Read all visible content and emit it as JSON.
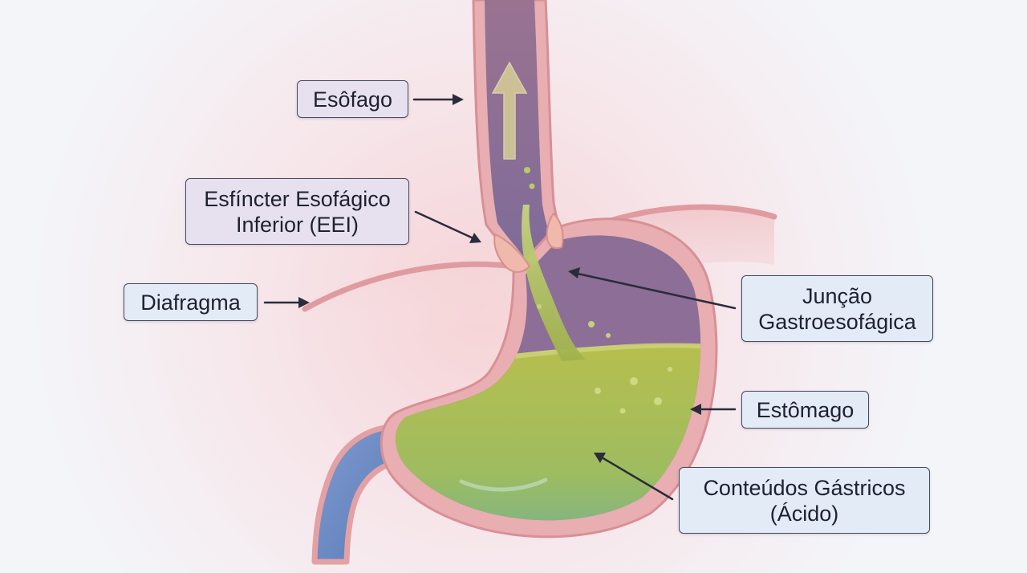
{
  "labels": {
    "esofago": "Esôfago",
    "eei": "Esfíncter Esofágico\nInferior (EEI)",
    "diafragma": "Diafragma",
    "juncao": "Junção\nGastroesofágica",
    "estomago": "Estômago",
    "conteudos": "Conteúdos Gástricos\n(Ácido)"
  },
  "colors": {
    "label_border": "#474a5e",
    "violet_label": "#e7e1ef",
    "blue_label": "#e2ebf6",
    "arrow": "#2a2c3c",
    "wall": "#e3a1a4",
    "lumen": "#8f6e92",
    "acid": "#a8b84c",
    "duodenum": "#6d8ec7"
  },
  "icons": {
    "reflux_arrow": "up-arrow-icon",
    "pointer_arrow": "right-arrow-icon"
  }
}
